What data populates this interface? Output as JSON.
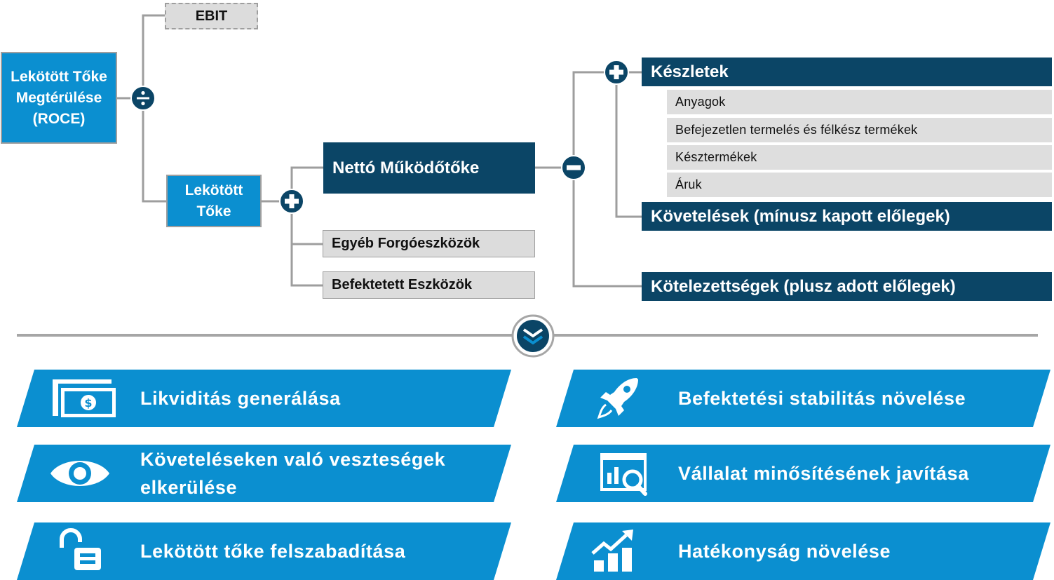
{
  "top": {
    "roce": "Lekötött Tőke Megtérülése (ROCE)",
    "ebit": "EBIT",
    "capital": "Lekötött Tőke",
    "net_wc": "Nettó Működőtőke",
    "other_current": "Egyéb Forgóeszközök",
    "fixed_assets": "Befektetett Eszközök",
    "inventory": "Készletek",
    "inventory_items": [
      "Anyagok",
      "Befejezetlen termelés és félkész termékek",
      "Késztermékek",
      "Áruk"
    ],
    "receivables": "Követelések (mínusz kapott előlegek)",
    "liabilities": "Kötelezettségek (plusz adott előlegek)"
  },
  "operators": {
    "divide": "÷",
    "plus": "+",
    "minus": "−"
  },
  "benefits": [
    {
      "icon": "cash-icon",
      "label": "Likviditás generálása"
    },
    {
      "icon": "rocket-icon",
      "label": "Befektetési stabilitás növelése"
    },
    {
      "icon": "eye-icon",
      "label": "Követeléseken való veszteségek elkerülése"
    },
    {
      "icon": "report-search-icon",
      "label": "Vállalat minősítésének javítása"
    },
    {
      "icon": "unlock-icon",
      "label": "Lekötött tőke felszabadítása"
    },
    {
      "icon": "growth-chart-icon",
      "label": "Hatékonyság növelése"
    }
  ],
  "colors": {
    "light_blue": "#0b8fd0",
    "dark_blue": "#0b4566",
    "grey": "#dcdcdc",
    "line": "#9e9e9e"
  }
}
